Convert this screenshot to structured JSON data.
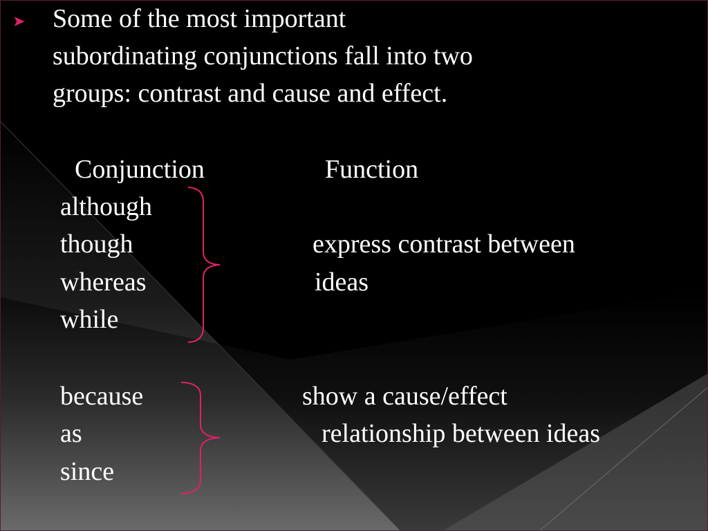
{
  "slide": {
    "bullet_icon": "arrowhead-bullet-icon",
    "accent_color": "#e0206a",
    "intro_lines": [
      "Some of the most important",
      "subordinating conjunctions fall into two",
      "groups: contrast and cause and effect."
    ],
    "table": {
      "header_conjunction": "Conjunction",
      "header_function": "Function",
      "groups": [
        {
          "conjunctions": [
            "although",
            "though",
            "whereas",
            "while"
          ],
          "function_lines": [
            "express contrast between",
            "ideas"
          ]
        },
        {
          "conjunctions": [
            "because",
            "as",
            "since"
          ],
          "function_lines": [
            "show a cause/effect",
            "relationship between ideas"
          ]
        }
      ]
    }
  }
}
